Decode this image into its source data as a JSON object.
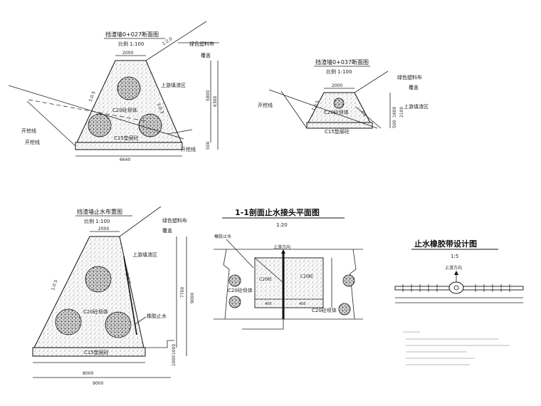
{
  "sec1": {
    "title": "挡渣墙0+027断面图",
    "scale": "比例 1:100",
    "dim_top": "2000",
    "dim_bottom": "6640",
    "geotextile": "绿色塑料布",
    "backfill": "覆盖",
    "upstream_zone": "上游填渣区",
    "concrete": "C20砼坝体",
    "cushion": "C15垫层砼",
    "slope_left": "1:0.5",
    "slope_right": "1:0.3",
    "slope_fill": "1:2.0",
    "excavation_1": "开挖线",
    "excavation_2": "开挖线",
    "excavation_3": "开挖线",
    "dim_h1": "5800",
    "dim_h2": "6300",
    "dim_h3": "500"
  },
  "sec2": {
    "title": "挡渣墙0+037断面图",
    "scale": "比例 1:100",
    "dim_top": "2000",
    "geotextile": "绿色塑料布",
    "backfill": "覆盖",
    "upstream_zone": "上游填渣区",
    "concrete": "C20砼坝体",
    "cushion": "C15垫层砼",
    "excavation": "开挖线",
    "dim_h1": "1600",
    "dim_h2": "2100",
    "dim_h3": "500",
    "slope_left": "1:0.5",
    "slope_right": "1:1"
  },
  "sec3": {
    "title": "挡渣墙止水布置图",
    "scale": "比例 1:100",
    "dim_top": "2000",
    "geotextile": "绿色塑料布",
    "backfill": "覆盖",
    "upstream_zone": "上游填渣区",
    "concrete": "C20砼坝体",
    "waterstop": "橡胶止水",
    "cushion": "C15垫层砼",
    "slope_left": "1:0.5",
    "slope_right": "1:0.2",
    "dim_b1": "8000",
    "dim_b2": "9000",
    "dim_h1": "7700",
    "dim_h2": "9000",
    "dim_h3": "1000",
    "dim_h4": "1000"
  },
  "plan": {
    "title": "1-1剖面止水接头平面图",
    "scale": "1:20",
    "upstream": "上游方向",
    "waterstop": "橡胶止水",
    "concrete_left": "C20砼坝体",
    "concrete_right": "C20砼坝体",
    "c20_small_1": "C20砼",
    "c20_small_2": "C20砼",
    "dim_1": "400",
    "dim_2": "400"
  },
  "strip": {
    "title": "止水橡胶带设计图",
    "scale": "1:5",
    "upstream": "上游方向"
  }
}
